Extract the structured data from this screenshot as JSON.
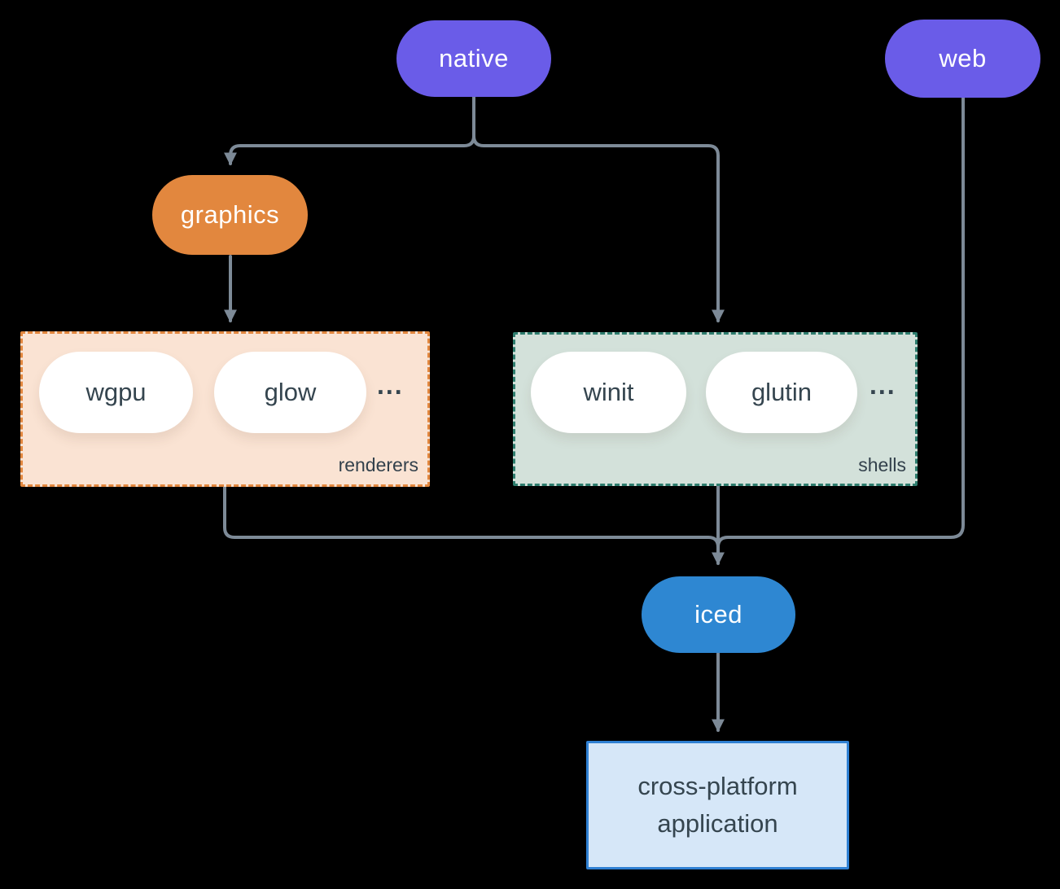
{
  "diagram": {
    "nodes": {
      "native": {
        "label": "native",
        "color": "#6A5CE8"
      },
      "web": {
        "label": "web",
        "color": "#6A5CE8"
      },
      "graphics": {
        "label": "graphics",
        "color": "#E2873E"
      },
      "iced": {
        "label": "iced",
        "color": "#2E87D2"
      },
      "app": {
        "label_line1": "cross-platform",
        "label_line2": "application",
        "fill": "#D6E7F8",
        "border": "#2F80D3"
      }
    },
    "groups": {
      "renderers": {
        "label": "renderers",
        "items": [
          "wgpu",
          "glow"
        ],
        "more": "...",
        "fill": "#FAE3D3",
        "border": "#E2873E"
      },
      "shells": {
        "label": "shells",
        "items": [
          "winit",
          "glutin"
        ],
        "more": "...",
        "fill": "#D3E1DA",
        "border": "#2E7D6E"
      }
    },
    "edges": [
      "native -> graphics",
      "native -> shells",
      "graphics -> renderers",
      "renderers -> iced",
      "shells -> iced",
      "web -> iced",
      "iced -> app"
    ],
    "colors": {
      "background": "#000000",
      "connector": "#7D8A97",
      "node_text_light": "#FFFFFF",
      "node_text_dark": "#35454F"
    }
  }
}
